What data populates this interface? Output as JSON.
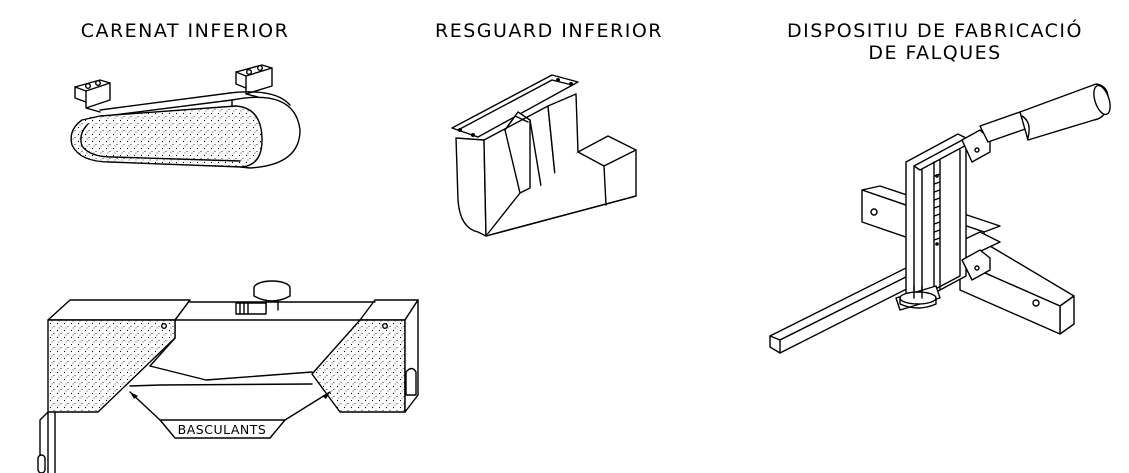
{
  "titles": {
    "carenat": "CARENAT INFERIOR",
    "resguard": "RESGUARD INFERIOR",
    "dispositiu_line1": "DISPOSITIU DE FABRICACIÓ",
    "dispositiu_line2": "DE FALQUES"
  },
  "labels": {
    "basculants": "BASCULANTS"
  },
  "colors": {
    "ink": "#000000",
    "background": "#ffffff"
  }
}
